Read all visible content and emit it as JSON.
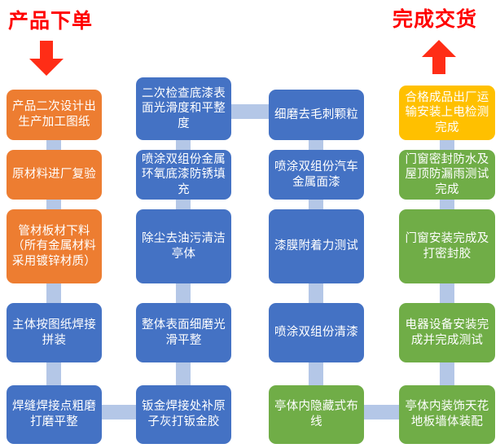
{
  "headings": {
    "start": "产品下单",
    "end": "完成交货"
  },
  "icons": {
    "arrow_down": "arrow-down-icon",
    "arrow_up": "arrow-up-icon"
  },
  "colors": {
    "orange": "#ED7D31",
    "blue": "#4472C4",
    "green": "#70AD47",
    "yellow": "#FFC000",
    "connector": "#B4C7E7",
    "heading": "#FF0000",
    "background": "#FFFFFF"
  },
  "columns": [
    {
      "index": 1,
      "nodes": [
        {
          "id": "n1",
          "label": "产品二次设计出生产加工图纸",
          "color": "orange"
        },
        {
          "id": "n2",
          "label": "原材料进厂复验",
          "color": "orange"
        },
        {
          "id": "n3",
          "label": "管材板材下料（所有金属材料采用镀锌材质）",
          "color": "orange"
        },
        {
          "id": "n4",
          "label": "主体按图纸焊接拼装",
          "color": "blue"
        },
        {
          "id": "n5",
          "label": "焊缝焊接点粗磨打磨平整",
          "color": "blue"
        }
      ]
    },
    {
      "index": 2,
      "nodes": [
        {
          "id": "n10",
          "label": "二次检查底漆表面光滑度和平整度",
          "color": "blue"
        },
        {
          "id": "n9",
          "label": "喷涂双组份金属环氧底漆防锈填充",
          "color": "blue"
        },
        {
          "id": "n8",
          "label": "除尘去油污清洁亭体",
          "color": "blue"
        },
        {
          "id": "n7",
          "label": "整体表面细磨光滑平整",
          "color": "blue"
        },
        {
          "id": "n6",
          "label": "钣金焊接处补原子灰打钣金胶",
          "color": "blue"
        }
      ]
    },
    {
      "index": 3,
      "nodes": [
        {
          "id": "n11",
          "label": "细磨去毛刺颗粒",
          "color": "blue"
        },
        {
          "id": "n12",
          "label": "喷涂双组份汽车金属面漆",
          "color": "blue"
        },
        {
          "id": "n13",
          "label": "漆膜附着力测试",
          "color": "blue"
        },
        {
          "id": "n14",
          "label": "喷涂双组份清漆",
          "color": "blue"
        },
        {
          "id": "n15",
          "label": "亭体内隐藏式布线",
          "color": "green"
        }
      ]
    },
    {
      "index": 4,
      "nodes": [
        {
          "id": "n20",
          "label": "合格成品出厂运输安装上电检测完成",
          "color": "yellow"
        },
        {
          "id": "n19",
          "label": "门窗密封防水及屋顶防漏雨测试完成",
          "color": "green"
        },
        {
          "id": "n18",
          "label": "门窗安装完成及打密封胶",
          "color": "green"
        },
        {
          "id": "n17",
          "label": "电器设备安装完成并完成测试",
          "color": "green"
        },
        {
          "id": "n16",
          "label": "亭体内装饰天花地板墙体装配",
          "color": "green"
        }
      ]
    }
  ]
}
